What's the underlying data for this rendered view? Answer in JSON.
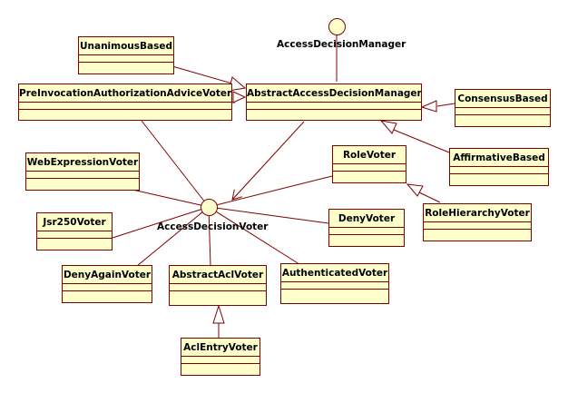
{
  "interfaces": {
    "access_decision_manager": "AccessDecisionManager",
    "access_decision_voter": "AccessDecisionVoter"
  },
  "classes": {
    "unanimous_based": "UnanimousBased",
    "pre_invocation_voter": "PreInvocationAuthorizationAdviceVoter",
    "abstract_access_decision_manager": "AbstractAccessDecisionManager",
    "consensus_based": "ConsensusBased",
    "affirmative_based": "AffirmativeBased",
    "role_voter": "RoleVoter",
    "role_hierarchy_voter": "RoleHierarchyVoter",
    "web_expression_voter": "WebExpressionVoter",
    "jsr250_voter": "Jsr250Voter",
    "deny_voter": "DenyVoter",
    "deny_again_voter": "DenyAgainVoter",
    "abstract_acl_voter": "AbstractAclVoter",
    "authenticated_voter": "AuthenticatedVoter",
    "acl_entry_voter": "AclEntryVoter"
  },
  "colors": {
    "box_fill": "#ffffcc",
    "box_border": "#800000",
    "text": "#000000"
  }
}
